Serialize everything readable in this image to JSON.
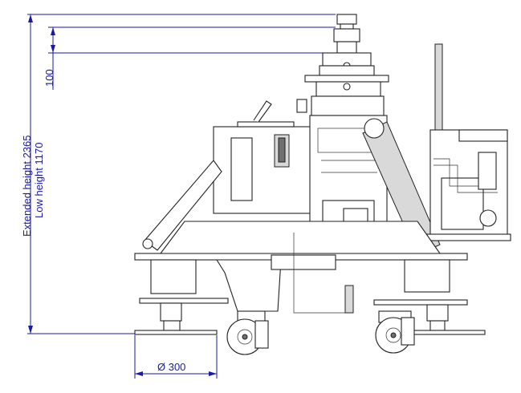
{
  "dimensions": {
    "extended_height": "Extended height 2365",
    "low_height": "Low height 1170",
    "stroke_100": "100",
    "foot_diameter": "Ø 300"
  },
  "colors": {
    "dimension": "#1a1aa8",
    "outline": "#222222",
    "shade": "#d9d9d9"
  }
}
